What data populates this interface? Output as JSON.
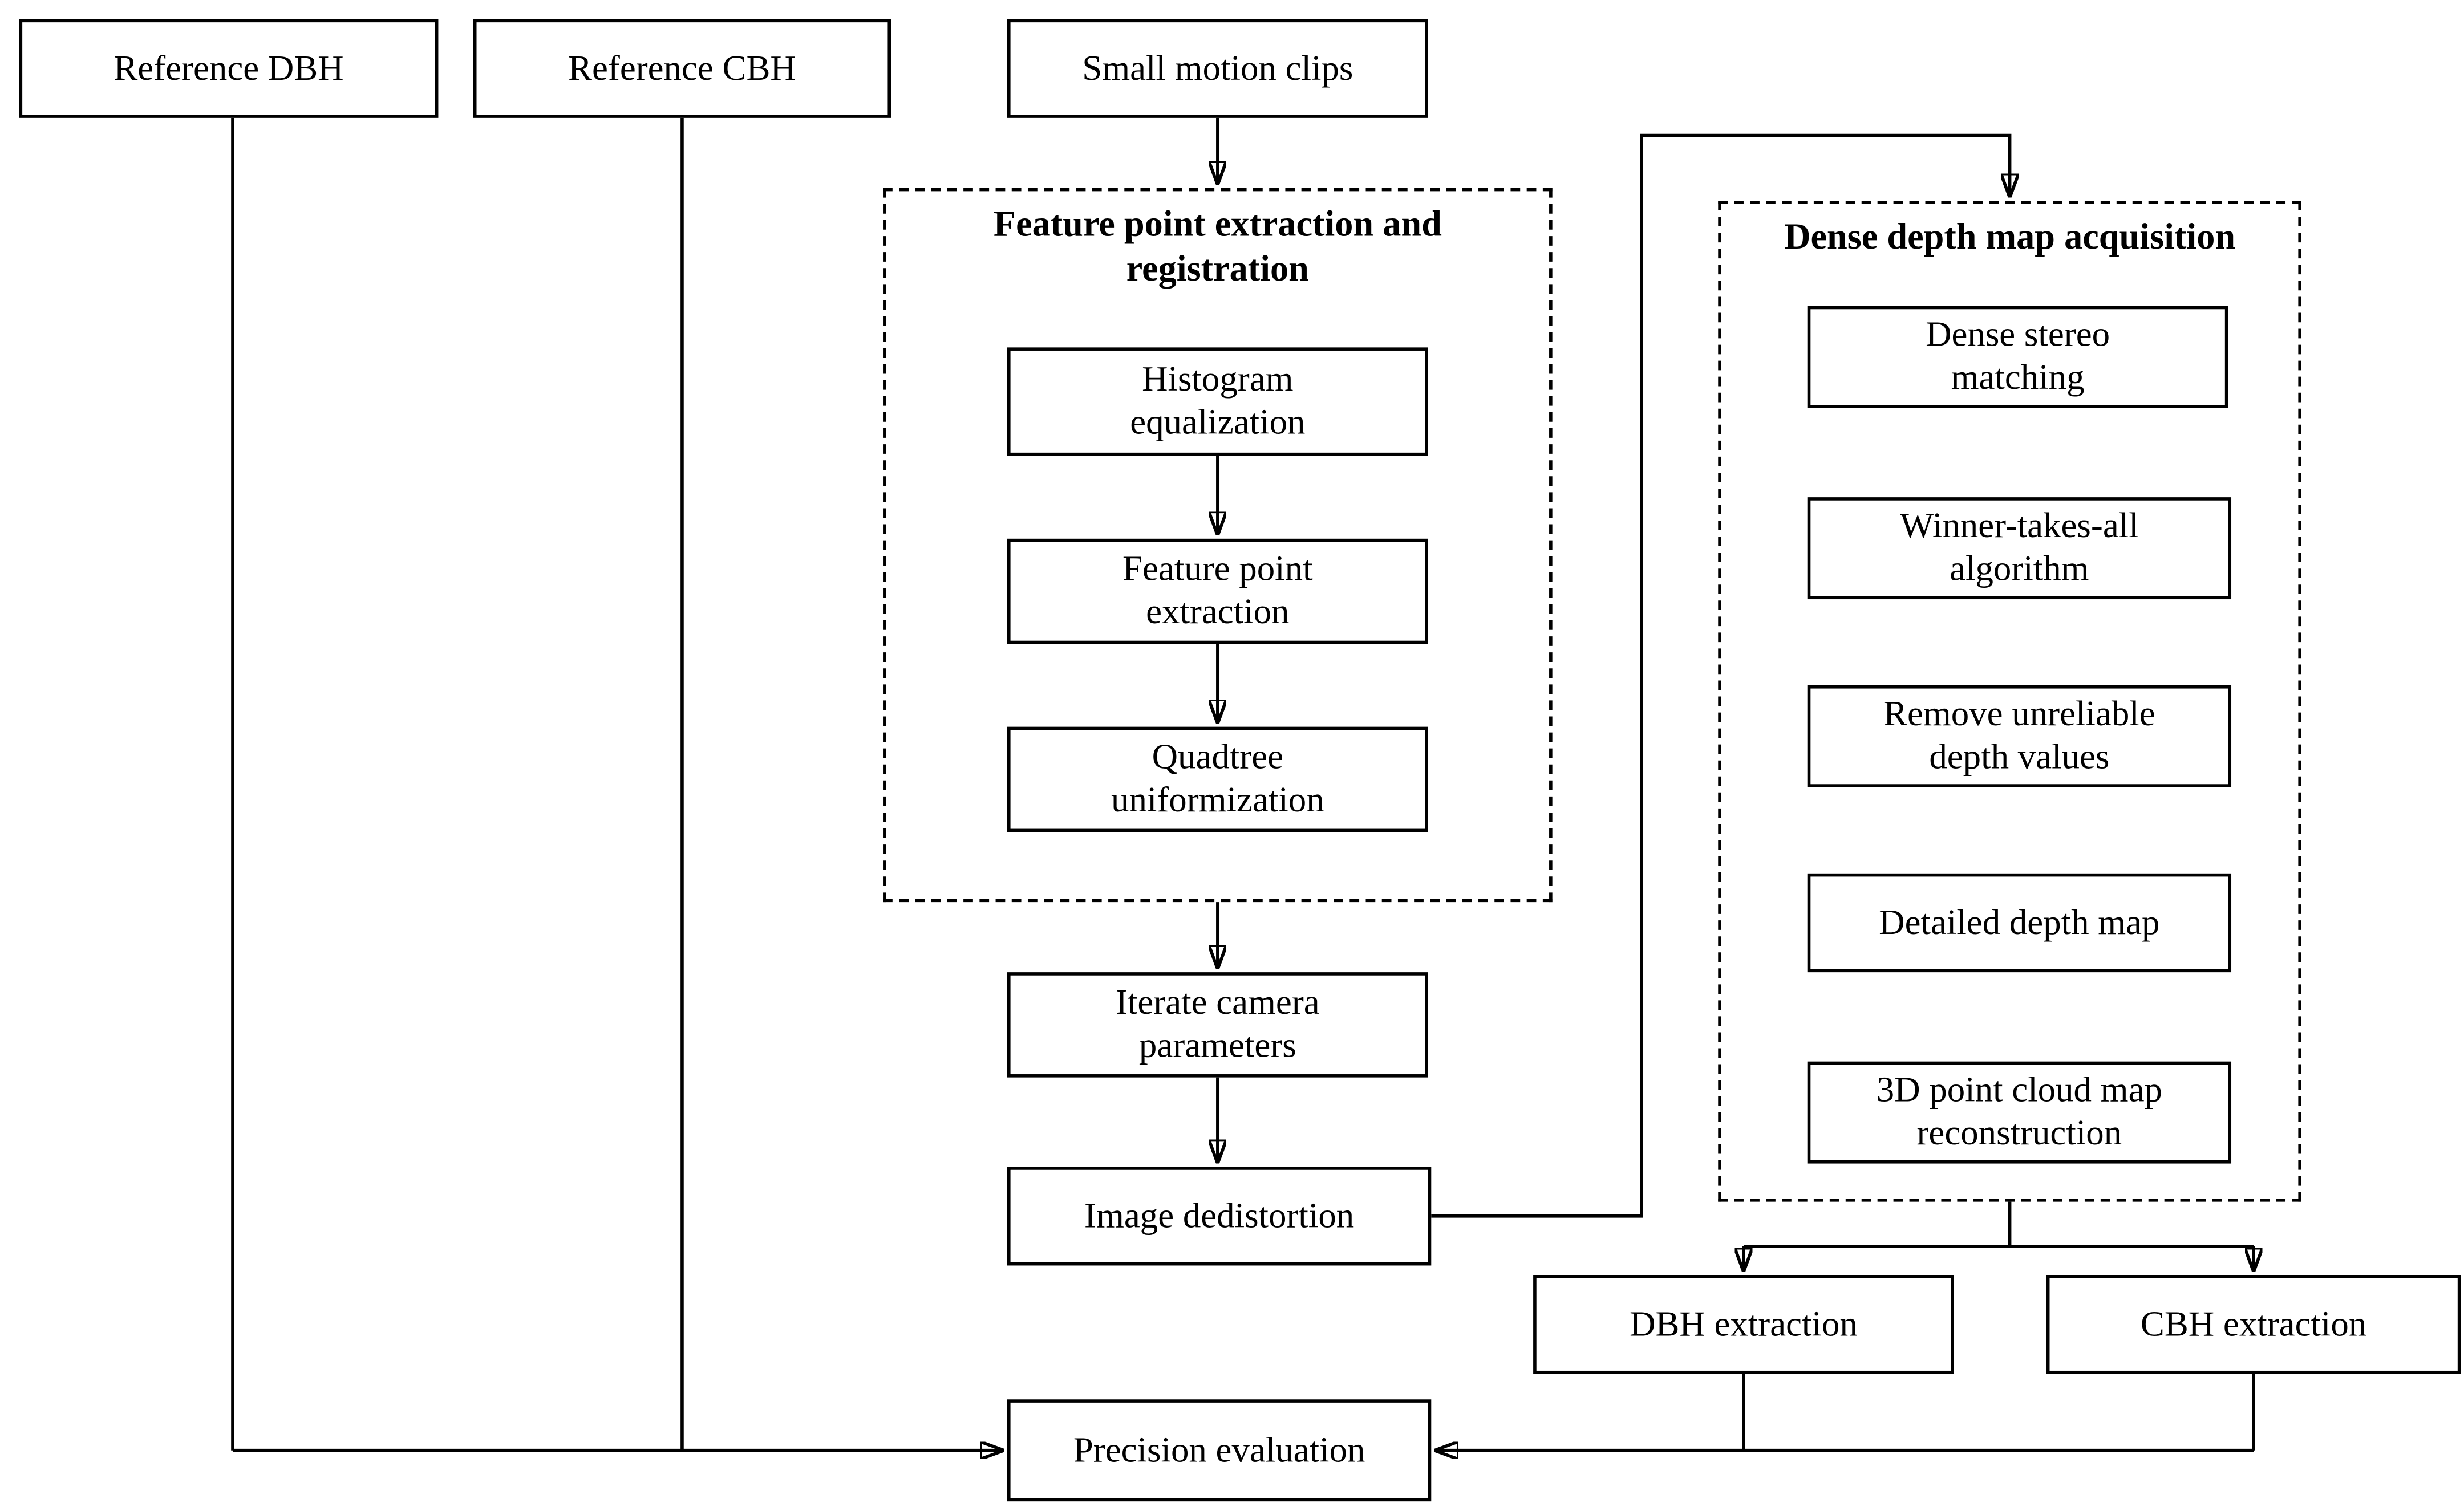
{
  "figure": {
    "background_color": "#ffffff",
    "line_color": "#000000",
    "text_color": "#000000"
  },
  "groups": {
    "feature_registration": {
      "title": "Feature point extraction and\nregistration"
    },
    "dense_depth": {
      "title": "Dense depth map acquisition"
    }
  },
  "nodes": {
    "reference_dbh": {
      "label": "Reference DBH"
    },
    "reference_cbh": {
      "label": "Reference CBH"
    },
    "small_motion_clips": {
      "label": "Small motion clips"
    },
    "histogram_equalization": {
      "label": "Histogram\nequalization"
    },
    "feature_point_extraction": {
      "label": "Feature point\nextraction"
    },
    "quadtree_uniformization": {
      "label": "Quadtree\nuniformization"
    },
    "iterate_camera_parameters": {
      "label": "Iterate camera\nparameters"
    },
    "image_dedistortion": {
      "label": "Image dedistortion"
    },
    "dense_stereo_matching": {
      "label": "Dense stereo\nmatching"
    },
    "winner_takes_all": {
      "label": "Winner-takes-all\nalgorithm"
    },
    "remove_unreliable_depth": {
      "label": "Remove unreliable\ndepth values"
    },
    "detailed_depth_map": {
      "label": "Detailed depth map"
    },
    "point_cloud_reconstruction": {
      "label": "3D point cloud map\nreconstruction"
    },
    "dbh_extraction": {
      "label": "DBH extraction"
    },
    "cbh_extraction": {
      "label": "CBH extraction"
    },
    "precision_evaluation": {
      "label": "Precision evaluation"
    }
  }
}
